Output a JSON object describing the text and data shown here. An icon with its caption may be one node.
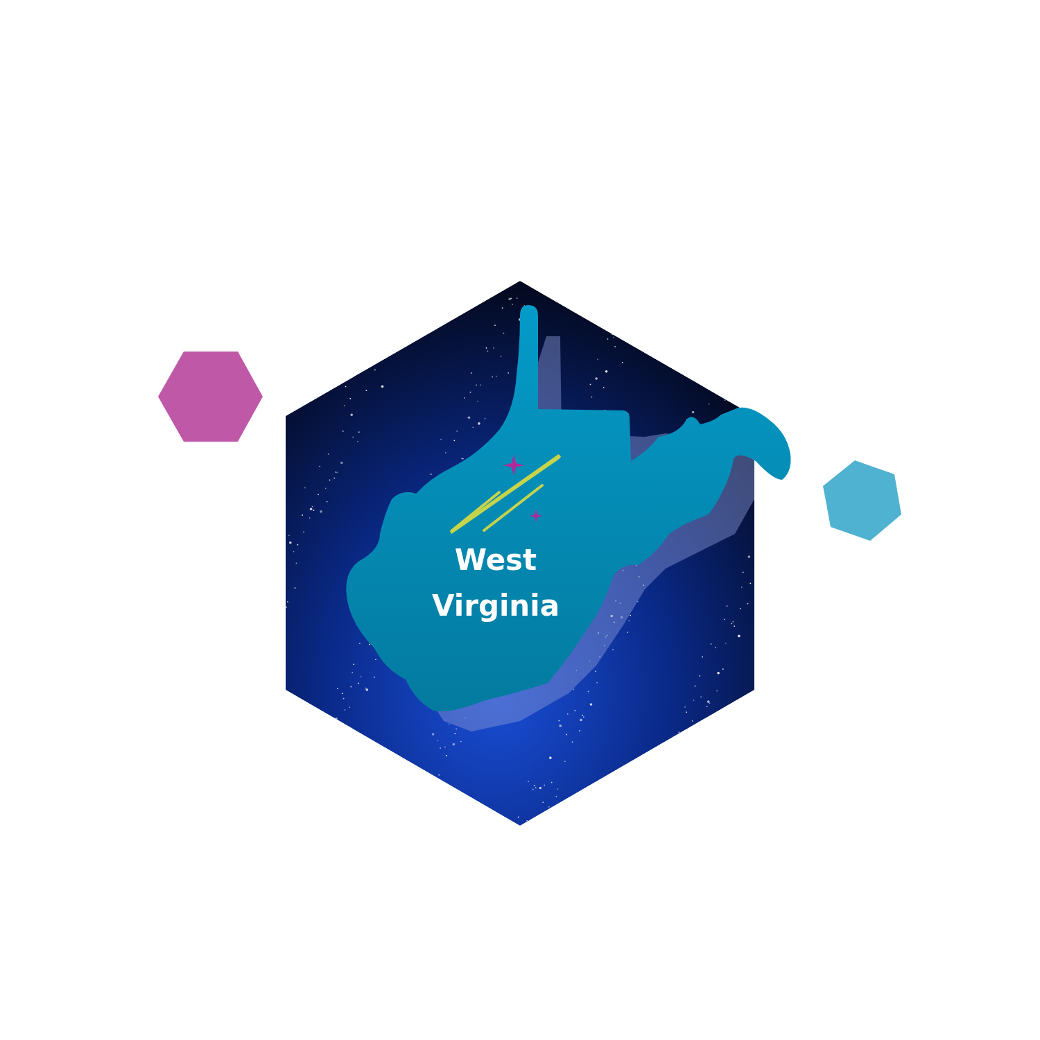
{
  "diagram": {
    "nodes": [
      {
        "text": [
          "West Virginia"
        ]
      },
      {
        "text": [],
        "shape": "hexagon"
      },
      {
        "text": [],
        "shape": "hexagon"
      }
    ]
  }
}
